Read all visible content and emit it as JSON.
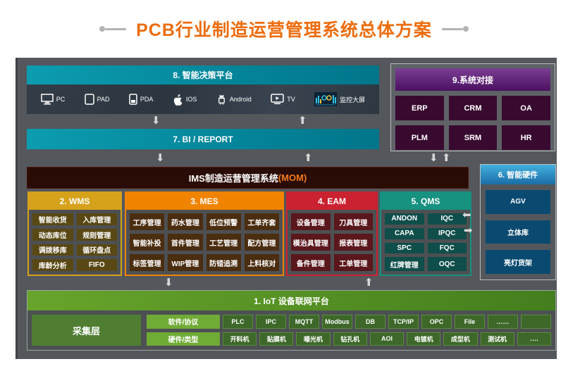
{
  "title": "PCB行业制造运营管理系统总体方案",
  "colors": {
    "title_orange": "#ec6c0d",
    "teal": "#00889c",
    "purple": "#5a1a72",
    "wms_gold": "#d6a21b",
    "mes_orange": "#f08300",
    "eam_red": "#ca2231",
    "qms_teal": "#179180",
    "hardware_blue": "#2b8cc4",
    "iot_green": "#569124",
    "mom_maroon": "#290c05",
    "arrow_gray": "#d8d8d8"
  },
  "icons": {
    "down": "⬇",
    "up": "⬆",
    "left": "⬅",
    "right": "➡"
  },
  "blocks": {
    "decision": {
      "header": "8. 智能决策平台",
      "devices": [
        {
          "label": "PC"
        },
        {
          "label": "PAD"
        },
        {
          "label": "PDA"
        },
        {
          "label": "IOS"
        },
        {
          "label": "Android"
        },
        {
          "label": "TV"
        },
        {
          "label": "监控大屏"
        }
      ]
    },
    "integration": {
      "header": "9.系统对接",
      "items": [
        "ERP",
        "CRM",
        "OA",
        "PLM",
        "SRM",
        "HR"
      ]
    },
    "bi": {
      "header": "7. BI / REPORT"
    },
    "mom": {
      "title": "IMS制造运营管理系统",
      "suffix": "(MOM)"
    },
    "wms": {
      "header": "2. WMS",
      "items": [
        "智能收货",
        "入库管理",
        "动态库位",
        "规则管理",
        "调拨移库",
        "循环盘点",
        "库龄分析",
        "FIFO"
      ]
    },
    "mes": {
      "header": "3. MES",
      "items": [
        "工序管理",
        "药水管理",
        "低位预警",
        "工单齐套",
        "智能补投",
        "首件管理",
        "工艺管理",
        "配方管理",
        "标签管理",
        "WIP管理",
        "防错追溯",
        "上料核对"
      ]
    },
    "eam": {
      "header": "4. EAM",
      "items": [
        "设备管理",
        "刀具管理",
        "模治具管理",
        "报表管理",
        "备件管理",
        "工单管理"
      ]
    },
    "qms": {
      "header": "5. QMS",
      "items": [
        "ANDON",
        "IQC",
        "CAPA",
        "IPQC",
        "SPC",
        "FQC",
        "红牌管理",
        "OQC"
      ]
    },
    "hardware": {
      "header": "6. 智能硬件",
      "items": [
        "AGV",
        "立体库",
        "亮灯货架"
      ]
    },
    "iot": {
      "header": "1. IoT 设备联网平台",
      "layer_label": "采集层",
      "rows": [
        {
          "label": "软件/协议",
          "items": [
            "PLC",
            "IPC",
            "MQTT",
            "Modbus",
            "DB",
            "TCP/IP",
            "OPC",
            "File",
            "……",
            ""
          ]
        },
        {
          "label": "硬件/类型",
          "items": [
            "开料机",
            "贴膜机",
            "曝光机",
            "钻孔机",
            "AOI",
            "电镀机",
            "成型机",
            "测试机",
            "…."
          ]
        }
      ]
    }
  }
}
